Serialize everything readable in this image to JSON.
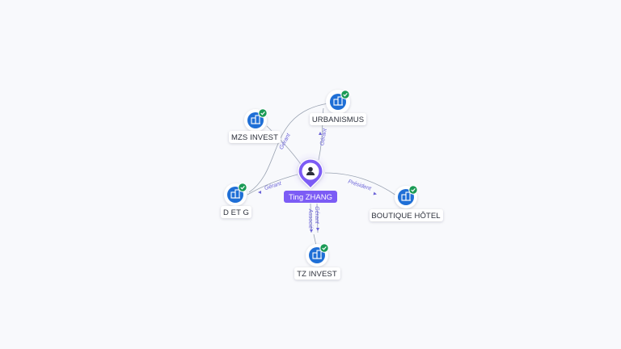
{
  "graph": {
    "center": {
      "name": "Ting ZHANG",
      "icon": "person-icon",
      "color": "#7c5cf5"
    },
    "companies": [
      {
        "id": "mzs",
        "name": "MZS INVEST",
        "icon": "building-icon",
        "verified": true
      },
      {
        "id": "urb",
        "name": "URBANISMUS",
        "icon": "building-icon",
        "verified": true
      },
      {
        "id": "detg",
        "name": "D ET G",
        "icon": "building-icon",
        "verified": true
      },
      {
        "id": "bh",
        "name": "BOUTIQUE HÔTEL",
        "icon": "building-icon",
        "verified": true
      },
      {
        "id": "tz",
        "name": "TZ INVEST",
        "icon": "building-icon",
        "verified": true
      }
    ],
    "edges": [
      {
        "to": "mzs",
        "label": "Gérant"
      },
      {
        "to": "urb",
        "label": "Gérant"
      },
      {
        "to": "detg",
        "label": "Gérant"
      },
      {
        "to": "bh",
        "label": "Président"
      },
      {
        "to": "tz",
        "label": "Gérant"
      },
      {
        "to": "tz",
        "label": "Associé"
      }
    ],
    "colors": {
      "company_icon": "#1f6fd6",
      "verified_badge": "#1a9a55",
      "edge_line": "#9aa3b2",
      "edge_label": "#6b63d8",
      "accent": "#7c5cf5"
    }
  }
}
